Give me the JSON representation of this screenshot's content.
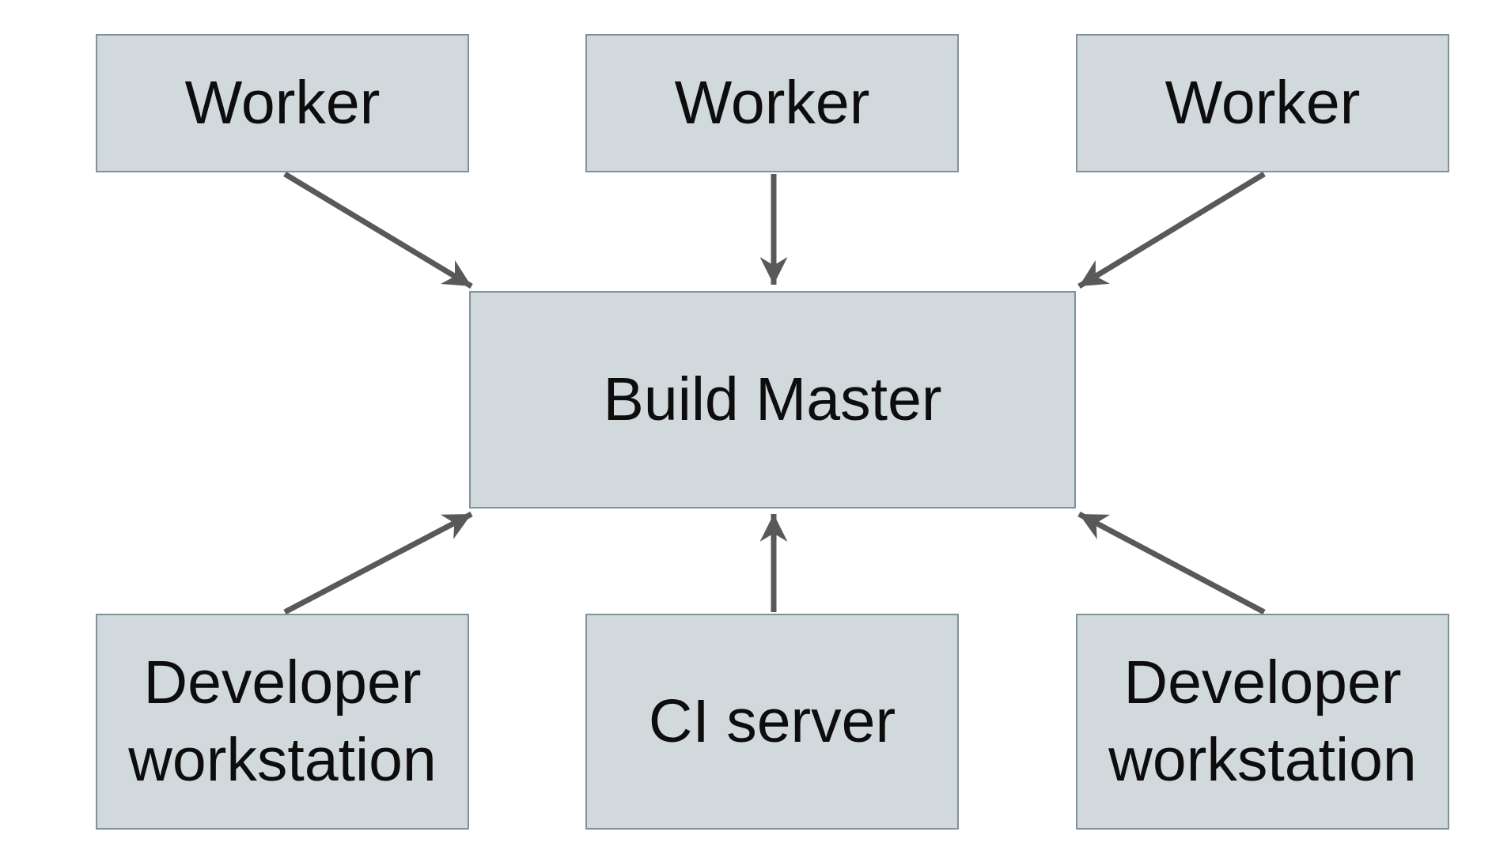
{
  "diagram": {
    "background_color": "#ffffff",
    "node_fill_color": "#d1d9dc",
    "node_border_color": "#7f929d",
    "arrow_color": "#595959",
    "label_color": "#0d0d0d",
    "nodes": [
      {
        "id": "worker-1",
        "label": "Worker"
      },
      {
        "id": "worker-2",
        "label": "Worker"
      },
      {
        "id": "worker-3",
        "label": "Worker"
      },
      {
        "id": "build-master",
        "label": "Build Master"
      },
      {
        "id": "developer-workstation-1",
        "label": "Developer workstation"
      },
      {
        "id": "ci-server",
        "label": "CI server"
      },
      {
        "id": "developer-workstation-2",
        "label": "Developer workstation"
      }
    ],
    "edges": [
      {
        "from": "worker-1",
        "to": "build-master"
      },
      {
        "from": "worker-2",
        "to": "build-master"
      },
      {
        "from": "worker-3",
        "to": "build-master"
      },
      {
        "from": "developer-workstation-1",
        "to": "build-master"
      },
      {
        "from": "ci-server",
        "to": "build-master"
      },
      {
        "from": "developer-workstation-2",
        "to": "build-master"
      }
    ]
  }
}
